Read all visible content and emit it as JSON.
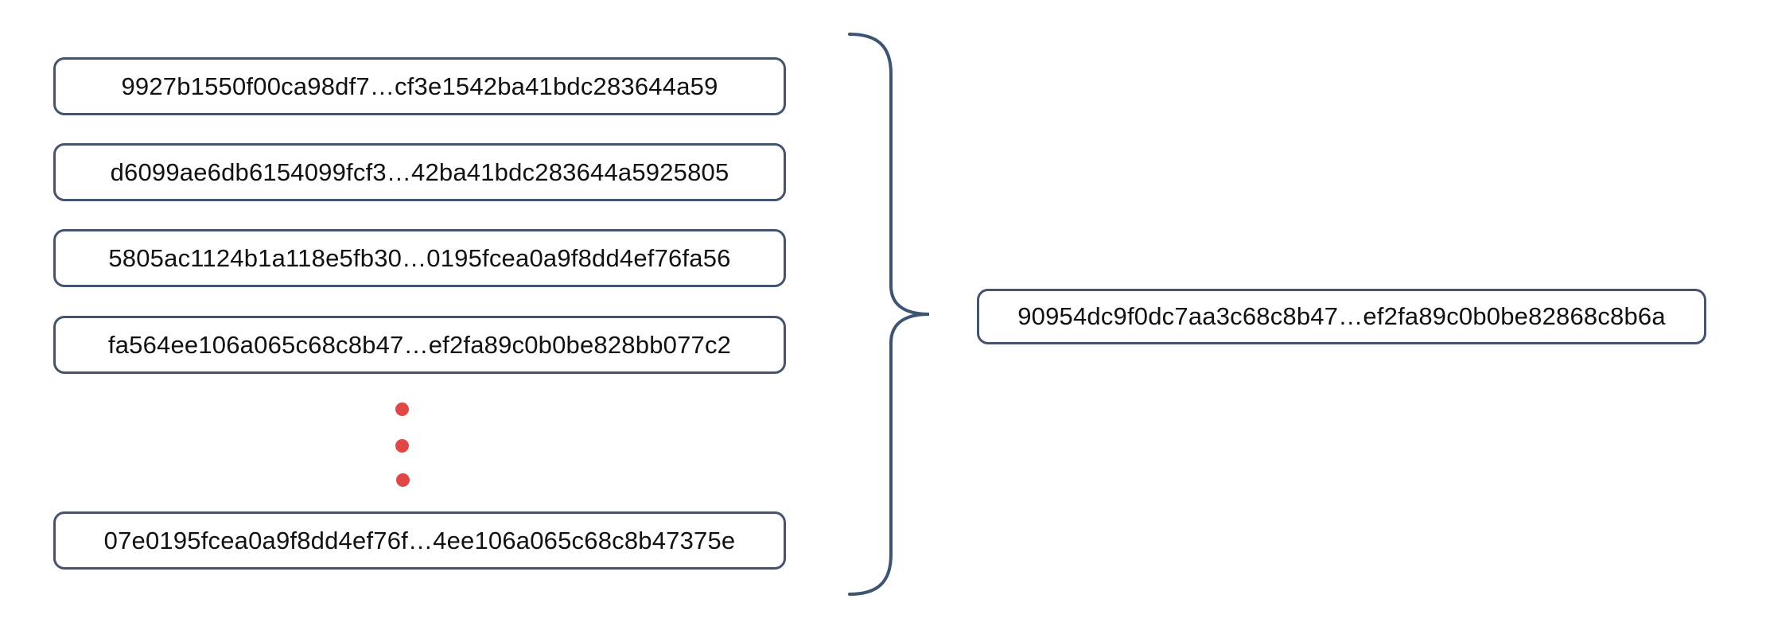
{
  "diagram": {
    "description": "Many hash values combined into a single hash",
    "left_hashes": [
      "9927b1550f00ca98df7…cf3e1542ba41bdc283644a59",
      "d6099ae6db6154099fcf3…42ba41bdc283644a5925805",
      "5805ac1124b1a118e5fb30…0195fcea0a9f8dd4ef76fa56",
      "fa564ee106a065c68c8b47…ef2fa89c0b0be828bb077c2",
      "07e0195fcea0a9f8dd4ef76f…4ee106a065c68c8b47375e"
    ],
    "ellipsis_dot_count": 3,
    "result_hash": "90954dc9f0dc7aa3c68c8b47…ef2fa89c0b0be82868c8b6a",
    "colors": {
      "box_border": "#45536d",
      "brace": "#3f5472",
      "ellipsis_dot": "#e04848",
      "text": "#111111",
      "background": "#ffffff"
    }
  }
}
